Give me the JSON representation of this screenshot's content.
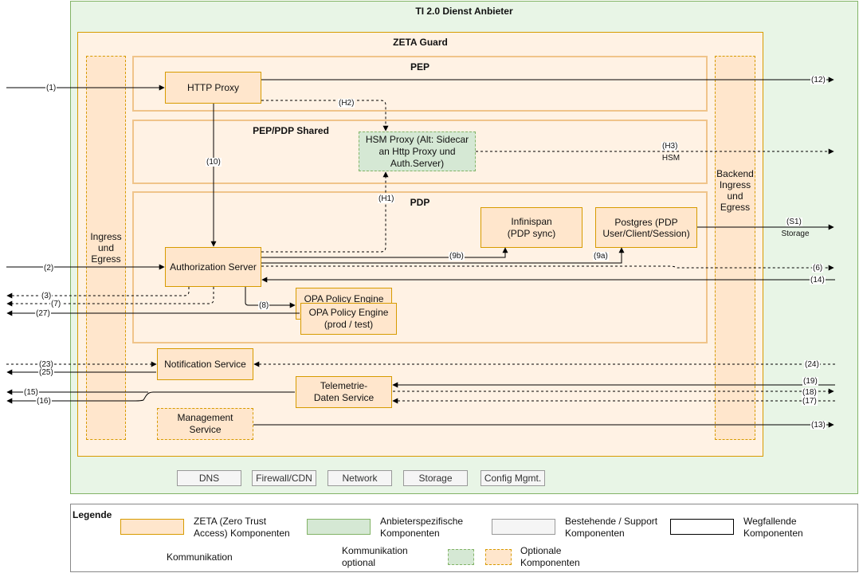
{
  "containers": {
    "provider": "TI 2.0 Dienst Anbieter",
    "zeta_guard": "ZETA Guard",
    "pep": "PEP",
    "pep_pdp_shared": "PEP/PDP Shared",
    "pdp": "PDP",
    "ingress_egress": "Ingress und Egress",
    "backend_ingress_egress": "Backend Ingress und Egress"
  },
  "components": {
    "http_proxy": "HTTP Proxy",
    "hsm_proxy": "HSM Proxy (Alt: Sidecar an Http Proxy und Auth.Server)",
    "infinispan": "Infinispan (PDP sync)",
    "postgres": "Postgres (PDP User/Client/Session)",
    "authorization_server": "Authorization Server",
    "opa_back": "OPA Policy Engine",
    "opa_front": "OPA Policy Engine (prod / test)",
    "notification_service": "Notification Service",
    "telemetrie_service": "Telemetrie- Daten Service",
    "management_service": "Management Service"
  },
  "support": [
    "DNS",
    "Firewall/CDN",
    "Network",
    "Storage",
    "Config Mgmt."
  ],
  "connections": {
    "c1": "(1)",
    "c2": "(2)",
    "c3": "(3)",
    "c6": "(6)",
    "c7": "(7)",
    "c8": "(8)",
    "c9a": "(9a)",
    "c9b": "(9b)",
    "c10": "(10)",
    "c12": "(12)",
    "c13": "(13)",
    "c14": "(14)",
    "c15": "(15)",
    "c16": "(16)",
    "c17": "(17)",
    "c18": "(18)",
    "c19": "(19)",
    "c23": "(23)",
    "c24": "(24)",
    "c25": "(25)",
    "c27": "(27)",
    "h1": "(H1)",
    "h2": "(H2)",
    "h3": "(H3)",
    "hsm": "HSM",
    "s1": "(S1)",
    "storage": "Storage"
  },
  "legend": {
    "title": "Legende",
    "zeta": "ZETA (Zero Trust Access) Komponenten",
    "provider": "Anbieterspezifische Komponenten",
    "support": "Bestehende / Support Komponenten",
    "removed": "Wegfallende Komponenten",
    "communication": "Kommunikation",
    "optional_communication": "Kommunikation optional",
    "optional_components": "Optionale Komponenten"
  },
  "colors": {
    "zeta_fill": "#ffe6cc",
    "zeta_stroke": "#d79b00",
    "provider_fill": "#d5e8d4",
    "provider_stroke": "#82b366",
    "support_fill": "#f5f5f5",
    "support_stroke": "#999999"
  }
}
